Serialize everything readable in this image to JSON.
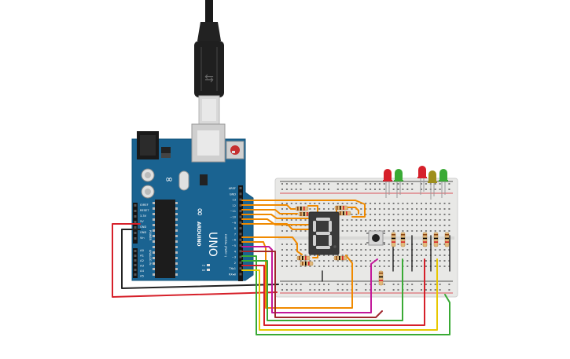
{
  "arduino": {
    "brand": "ARDUINO",
    "model": "UNO",
    "logo": "∞",
    "power_labels": [
      "IOREF",
      "RESET",
      "3.3V",
      "5V",
      "GND",
      "GND",
      "Vin"
    ],
    "analog_labels": [
      "A0",
      "A1",
      "A2",
      "A3",
      "A4",
      "A5"
    ],
    "power_section": "POWER",
    "analog_section": "ANALOG IN",
    "digital_labels": [
      "AREF",
      "GND",
      "13",
      "12",
      "~11",
      "~10",
      "~9",
      "8",
      "7",
      "~6",
      "~5",
      "4",
      "~3",
      "2",
      "TX▸1",
      "RX◂0"
    ],
    "digital_section": "DIGITAL (PWM~)",
    "tx_label": "TX",
    "rx_label": "RX",
    "on_label": "ON"
  },
  "seven_segment": {
    "digit": "8"
  },
  "leds": {
    "colors": [
      "red",
      "green",
      "red",
      "olive",
      "green"
    ]
  },
  "colors": {
    "board": "#1a6391",
    "breadboard": "#e8e8e6",
    "red_wire": "#d6202a",
    "black_wire": "#222222",
    "orange_wire": "#f08a00",
    "green_wire": "#3aaa35",
    "yellow_wire": "#e8c800",
    "magenta_wire": "#c2189a",
    "segment": "#3c3c3c"
  }
}
